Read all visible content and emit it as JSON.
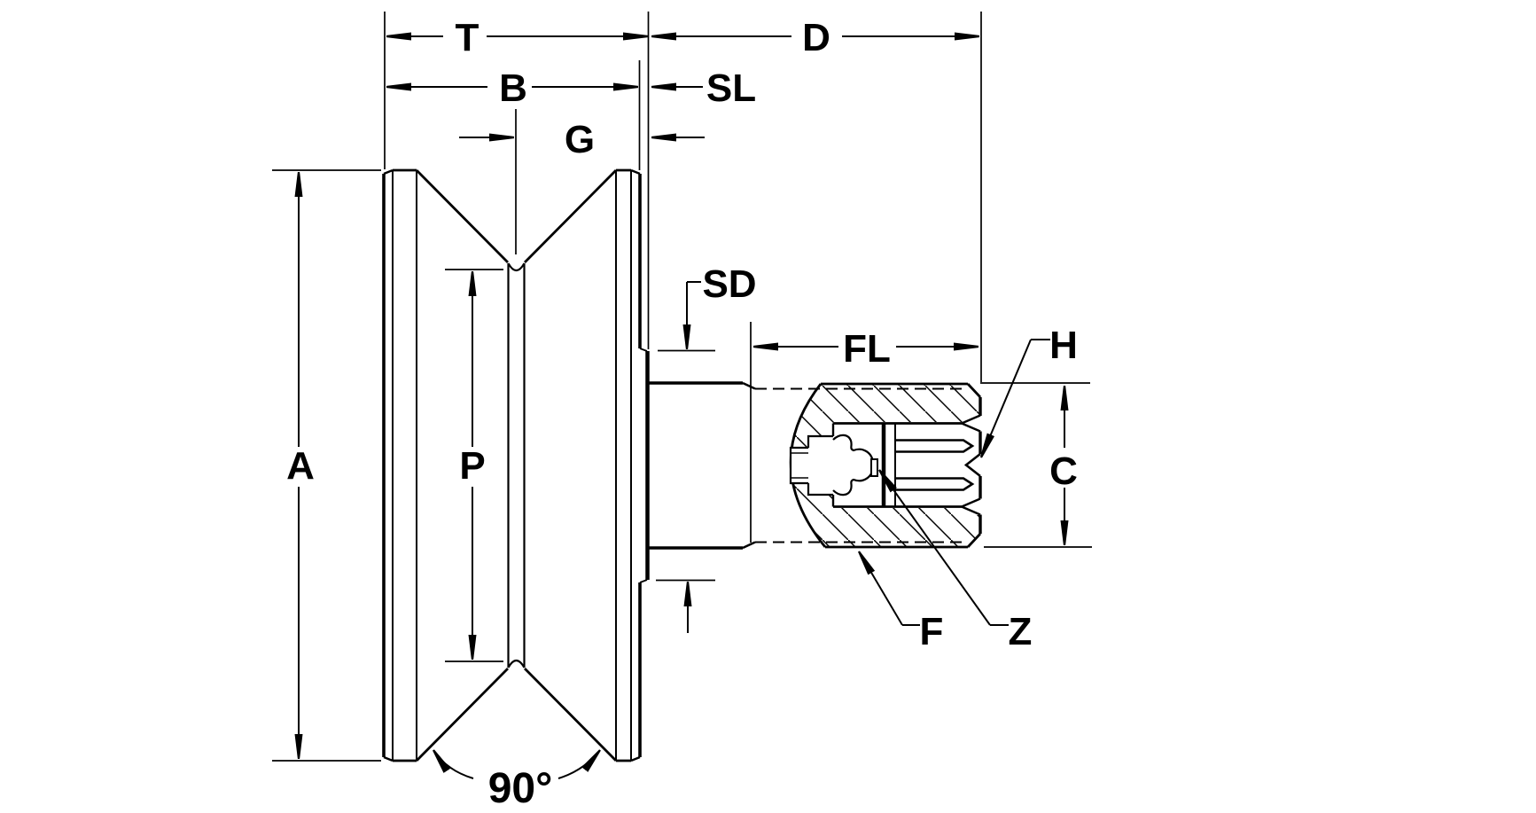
{
  "drawing": {
    "kind": "dimensioned engineering drawing of a V-groove track wheel with threaded stud, broken-out section showing grease fitting and internal wrench socket",
    "labels": {
      "T": "T",
      "D": "D",
      "B": "B",
      "SL": "SL",
      "G": "G",
      "SD": "SD",
      "FL": "FL",
      "H": "H",
      "C": "C",
      "A": "A",
      "P": "P",
      "F": "F",
      "Z": "Z",
      "angle": "90°"
    },
    "colors": {
      "line": "#000000",
      "background": "#ffffff"
    }
  }
}
